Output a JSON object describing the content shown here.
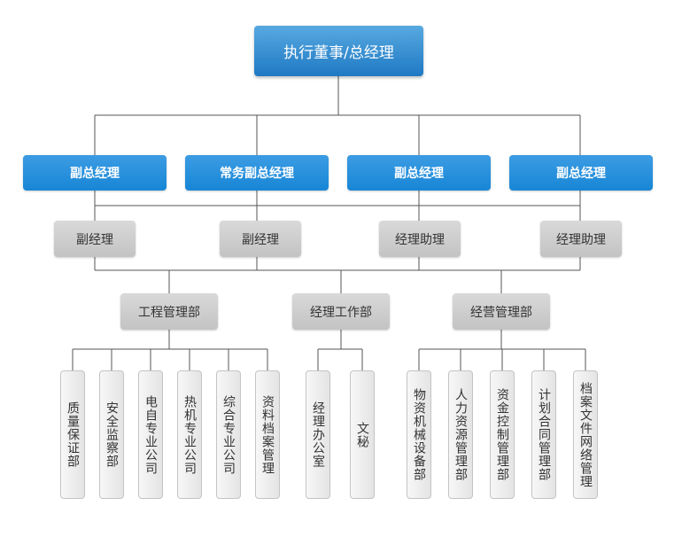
{
  "top": {
    "label": "执行董事/总经理"
  },
  "level2": [
    {
      "label": "副总经理"
    },
    {
      "label": "常务副总经理"
    },
    {
      "label": "副总经理"
    },
    {
      "label": "副总经理"
    }
  ],
  "level3": [
    {
      "label": "副经理"
    },
    {
      "label": "副经理"
    },
    {
      "label": "经理助理"
    },
    {
      "label": "经理助理"
    }
  ],
  "departments": [
    {
      "label": "工程管理部"
    },
    {
      "label": "经理工作部"
    },
    {
      "label": "经营管理部"
    }
  ],
  "units": [
    {
      "label": "质量保证部"
    },
    {
      "label": "安全监察部"
    },
    {
      "label": "电自专业公司"
    },
    {
      "label": "热机专业公司"
    },
    {
      "label": "综合专业公司"
    },
    {
      "label": "资料档案管理"
    },
    {
      "label": "经理办公室"
    },
    {
      "label": "文秘"
    },
    {
      "label": "物资机械设备部"
    },
    {
      "label": "人力资源管理部"
    },
    {
      "label": "资金控制管理部"
    },
    {
      "label": "计划合同管理部"
    },
    {
      "label": "档案文件网络管理"
    }
  ]
}
